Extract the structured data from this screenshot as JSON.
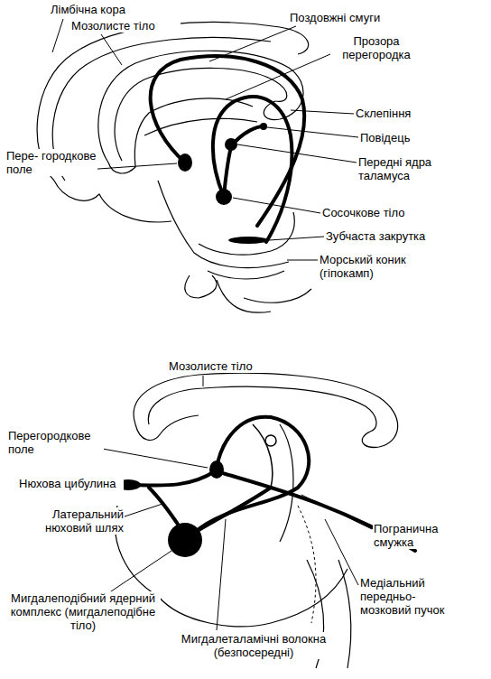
{
  "diagram": {
    "labels": [
      "Лімбічна кора",
      "Мозолисте тіло",
      "Поздовжні смуги",
      "Прозора перегородка",
      "Склепіння",
      "Повідець",
      "Пере- городкове поле",
      "Передні ядра таламуса",
      "Сосочкове тіло",
      "Зубчаста закрутка",
      "Морський коник (гіпокамп)",
      "Мозолисте тіло",
      "Перегородкове поле",
      "Нюхова цибулина",
      "Латеральний нюховий шлях",
      "Погранична смужка",
      "Медіальний передньо- мозковий пучок",
      "Мигдалеподібний ядерний комплекс (мигдалеподібне тіло)",
      "Мигдалеталамічні волокна (безпосередні)"
    ]
  }
}
